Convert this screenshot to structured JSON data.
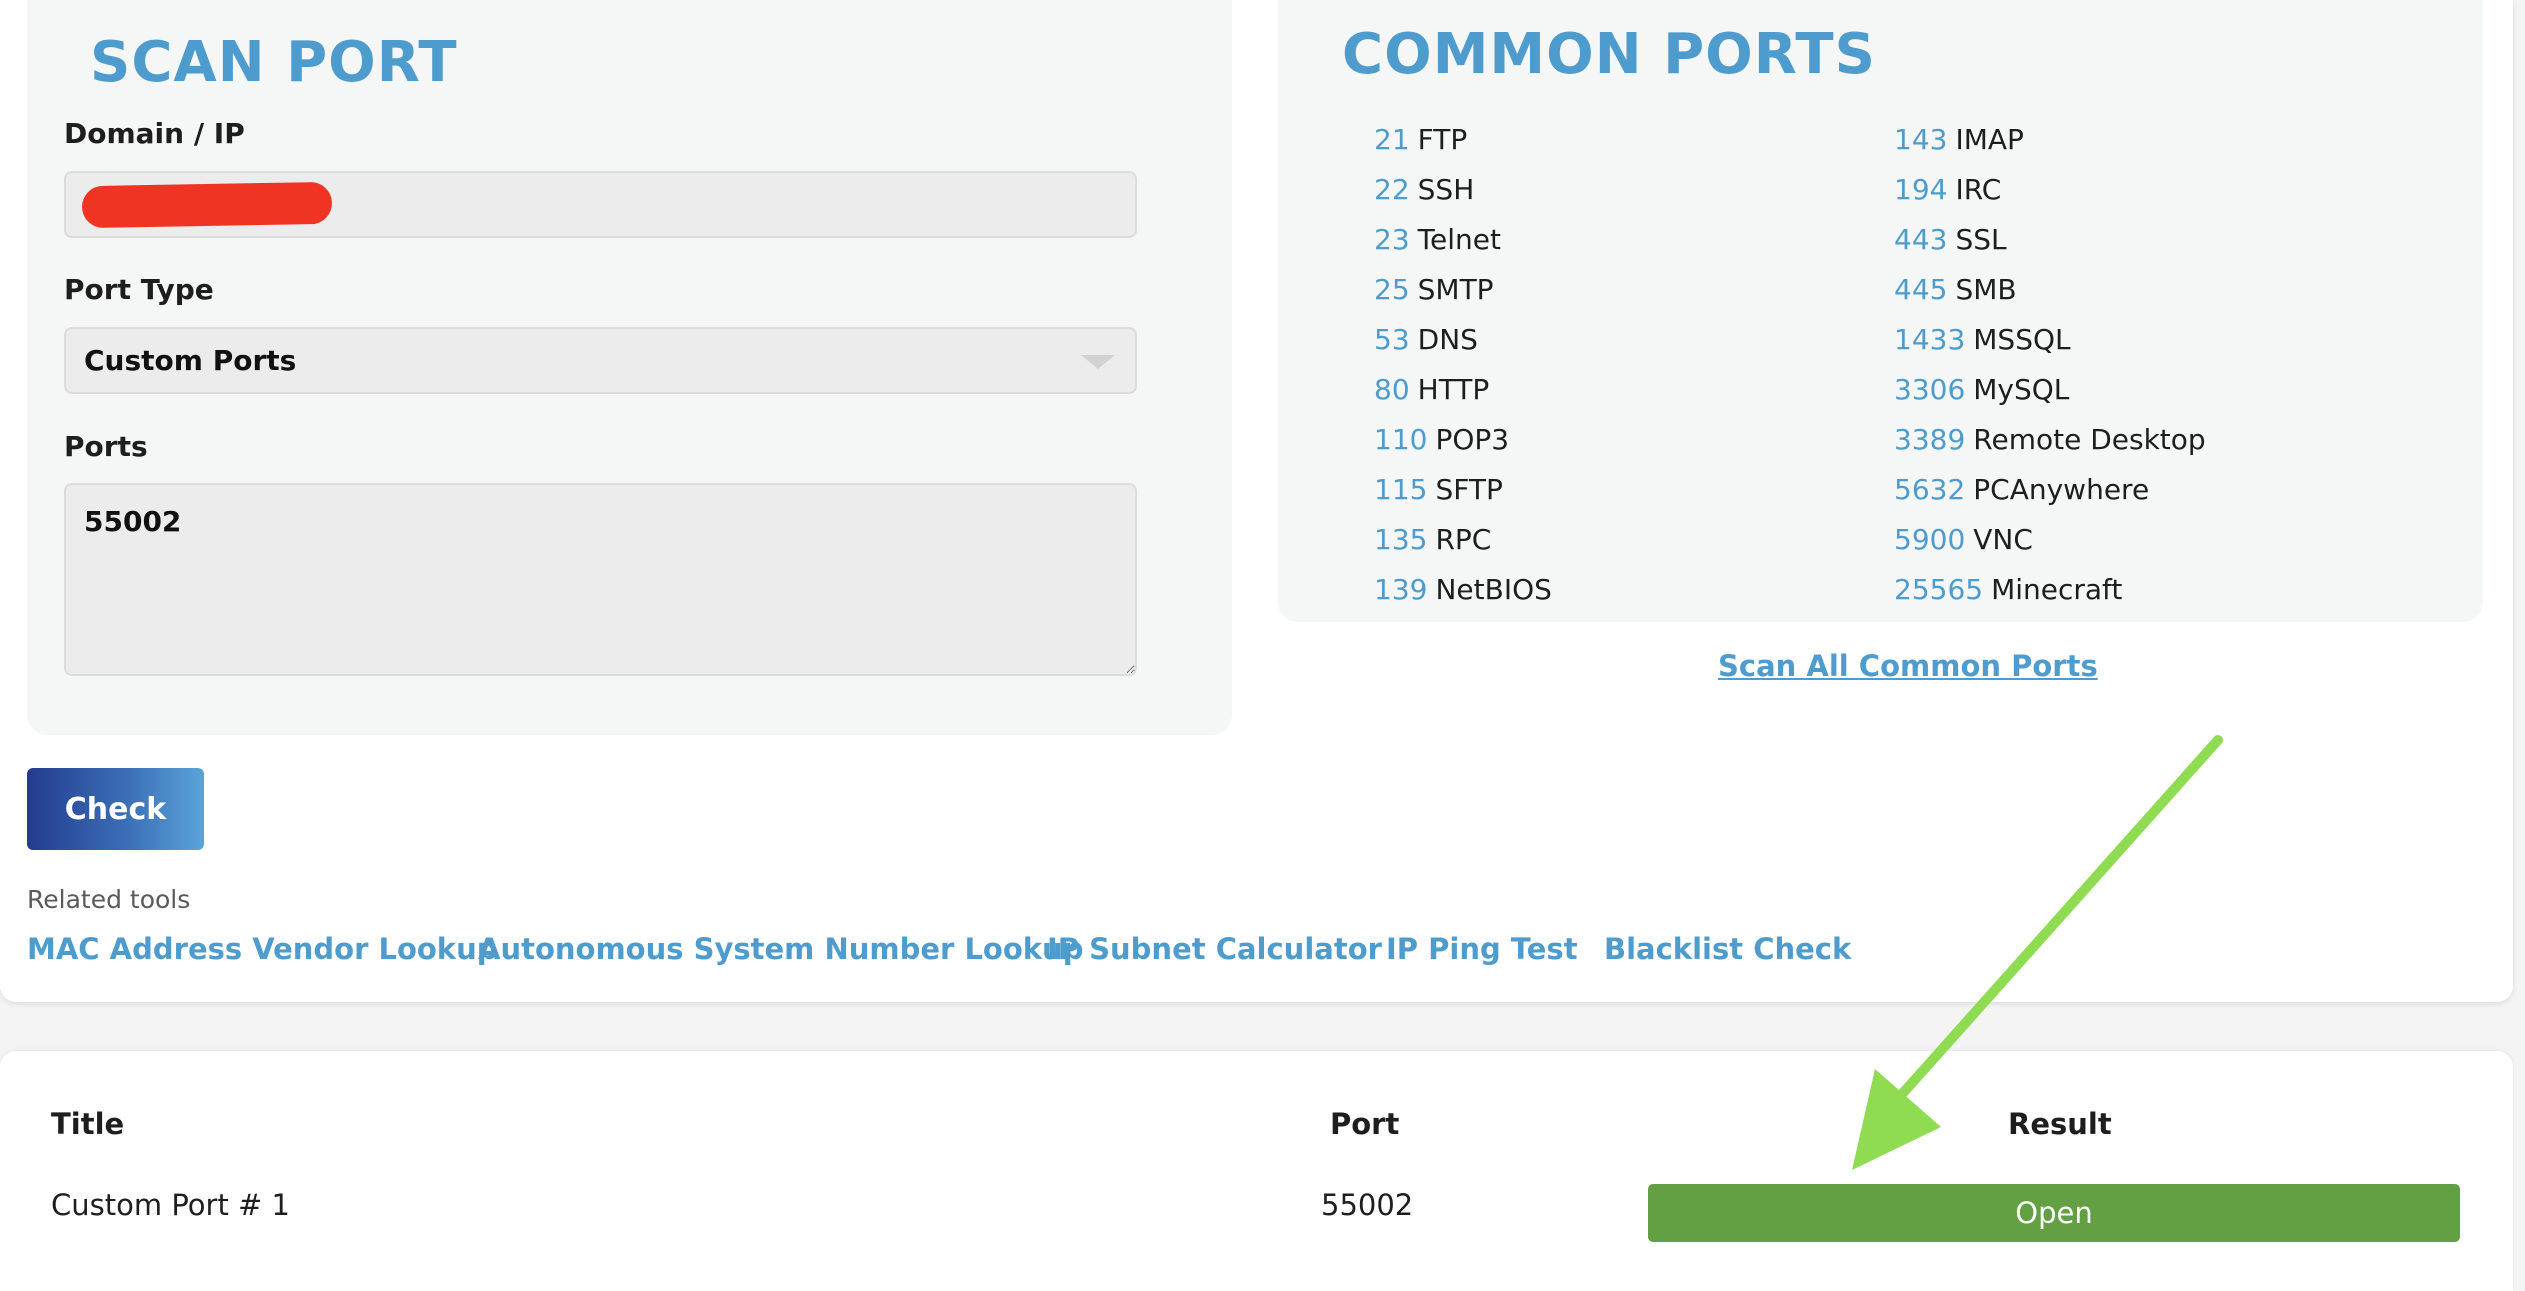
{
  "scan_port": {
    "heading": "SCAN PORT",
    "domain_label": "Domain / IP",
    "domain_value": "",
    "port_type_label": "Port Type",
    "port_type_value": "Custom Ports",
    "ports_label": "Ports",
    "ports_value": "55002"
  },
  "common_ports": {
    "heading": "COMMON PORTS",
    "items": [
      {
        "port": "21",
        "name": "FTP"
      },
      {
        "port": "22",
        "name": "SSH"
      },
      {
        "port": "23",
        "name": "Telnet"
      },
      {
        "port": "25",
        "name": "SMTP"
      },
      {
        "port": "53",
        "name": "DNS"
      },
      {
        "port": "80",
        "name": "HTTP"
      },
      {
        "port": "110",
        "name": "POP3"
      },
      {
        "port": "115",
        "name": "SFTP"
      },
      {
        "port": "135",
        "name": "RPC"
      },
      {
        "port": "139",
        "name": "NetBIOS"
      },
      {
        "port": "143",
        "name": "IMAP"
      },
      {
        "port": "194",
        "name": "IRC"
      },
      {
        "port": "443",
        "name": "SSL"
      },
      {
        "port": "445",
        "name": "SMB"
      },
      {
        "port": "1433",
        "name": "MSSQL"
      },
      {
        "port": "3306",
        "name": "MySQL"
      },
      {
        "port": "3389",
        "name": "Remote Desktop"
      },
      {
        "port": "5632",
        "name": "PCAnywhere"
      },
      {
        "port": "5900",
        "name": "VNC"
      },
      {
        "port": "25565",
        "name": "Minecraft"
      }
    ],
    "scan_all_label": "Scan All Common Ports"
  },
  "check_button_label": "Check",
  "related": {
    "label": "Related tools",
    "links": [
      "MAC Address Vendor Lookup",
      "Autonomous System Number Lookup",
      "IP Subnet Calculator",
      "IP Ping Test",
      "Blacklist Check"
    ]
  },
  "results": {
    "headers": {
      "title": "Title",
      "port": "Port",
      "result": "Result"
    },
    "rows": [
      {
        "title": "Custom Port # 1",
        "port": "55002",
        "result": "Open"
      }
    ]
  },
  "colors": {
    "accent": "#4e9cce",
    "open_status": "#63a044",
    "annotation_arrow": "#8fdc52",
    "redaction": "#ef3424"
  }
}
